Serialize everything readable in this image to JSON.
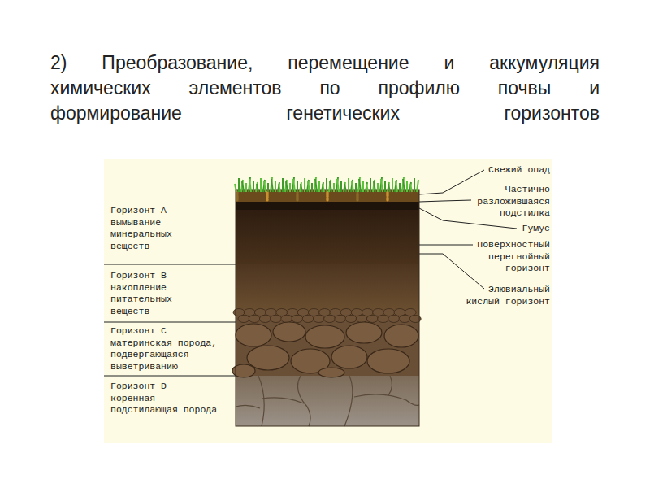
{
  "diagram": {
    "title": "2) Преобразование, перемещение и аккумуляция химических элементов по профилю почвы и формирование генетических горизонтов",
    "labels": [
      "Свежий опад",
      "Частично разложившаяся подстилка",
      "Гумус",
      "Поверхностный перегнойный горизонт",
      "Элювиальный кислый горизонт",
      "Горизонт A вымывание минеральных веществ",
      "Горизонт B накопление питательных веществ",
      "Горизонт C материнская порода, подвергающаяся выветриванию",
      "Горизонт D коренная подстилающая порода"
    ]
  }
}
